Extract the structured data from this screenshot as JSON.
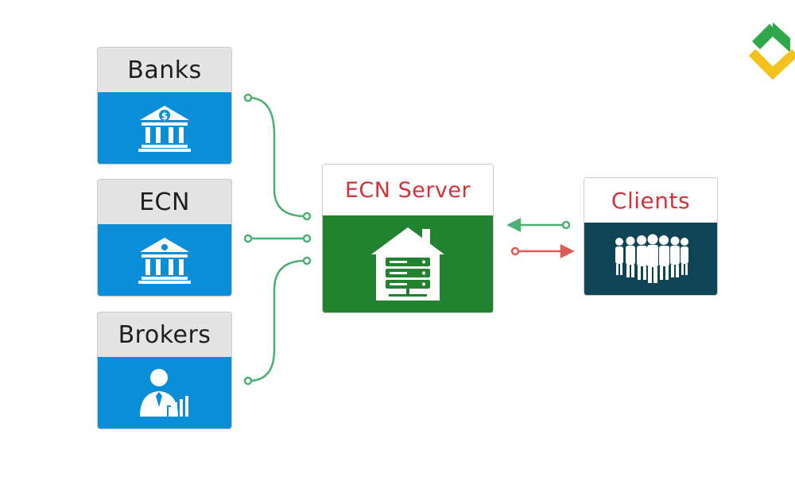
{
  "sources": [
    {
      "label": "Banks",
      "icon": "bank-dollar-icon"
    },
    {
      "label": "ECN",
      "icon": "bank-icon"
    },
    {
      "label": "Brokers",
      "icon": "broker-chart-icon"
    }
  ],
  "server": {
    "label": "ECN Server",
    "icon": "server-house-icon"
  },
  "clients": {
    "label": "Clients",
    "icon": "people-group-icon"
  },
  "colors": {
    "source_header": "#e4e4e4",
    "source_body": "#0a8ed8",
    "server_body": "#21822f",
    "clients_body": "#0f4457",
    "title_red": "#d2333a",
    "connector_green": "#4caf73",
    "arrow_red": "#e25a55",
    "logo_green": "#2ea84a",
    "logo_yellow": "#f4c21c"
  }
}
